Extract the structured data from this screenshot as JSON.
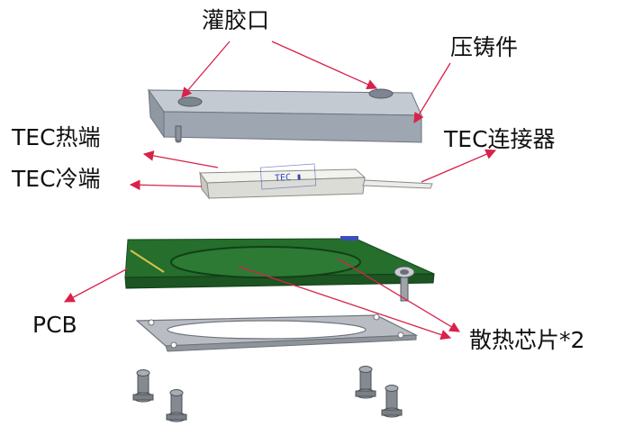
{
  "labels": {
    "glue_port": "灌胶口",
    "cast_part": "压铸件",
    "tec_hot": "TEC热端",
    "tec_cold": "TEC冷端",
    "tec_connector": "TEC连接器",
    "pcb": "PCB",
    "heat_chip": "散热芯片*2"
  },
  "colors": {
    "arrow": "#d8224a",
    "cast": "#a6aeb9",
    "pcb": "#1e6b2a",
    "gasket": "#b9bdc3",
    "tec": "#e6e6e2",
    "screw": "#6b7077"
  }
}
